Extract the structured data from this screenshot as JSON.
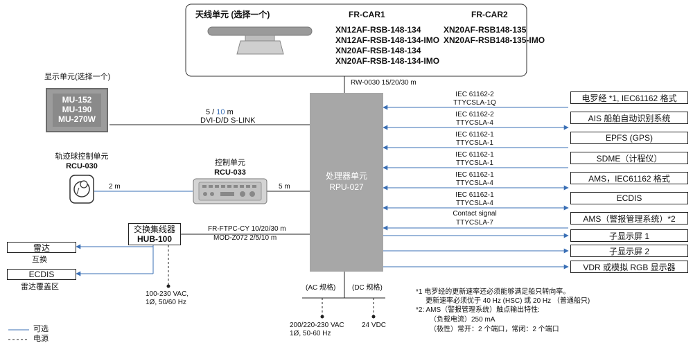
{
  "antenna": {
    "title": "天线单元 (选择一个)",
    "car1_head": "FR-CAR1",
    "car1_models": [
      "XN12AF-RSB-148-134",
      "XN12AF-RSB-148-134-IMO",
      "XN20AF-RSB-148-134",
      "XN20AF-RSB-148-134-IMO"
    ],
    "car2_head": "FR-CAR2",
    "car2_models": [
      "XN20AF-RSB148-135",
      "XN20AF-RSB148-135-IMO"
    ],
    "cable": "RW-0030 15/20/30 m"
  },
  "display": {
    "title": "显示单元(选择一个)",
    "models": [
      "MU-152",
      "MU-190",
      "MU-270W"
    ],
    "cable_len_a": "5 /",
    "cable_len_b": "10",
    "cable_len_c": "m",
    "cable_type": "DVI-D/D S-LINK"
  },
  "trackball": {
    "title": "轨迹球控制单元",
    "model": "RCU-030",
    "cable": "2 m"
  },
  "control": {
    "title": "控制单元",
    "model": "RCU-033",
    "cable": "5 m"
  },
  "processor": {
    "title": "处理器单元",
    "model": "RPU-027"
  },
  "hub": {
    "title": "交换集线器",
    "model": "HUB-100",
    "cable1": "FR-FTPC-CY 10/20/30 m",
    "cable2": "MOD-Z072 2/5/10 m",
    "power1": "100-230 VAC,",
    "power2": "1Ø, 50/60 Hz"
  },
  "left_outputs": [
    {
      "label": "雷达",
      "caption": "互换"
    },
    {
      "label": "ECDIS",
      "caption": "雷达覆盖区"
    }
  ],
  "right_ports": [
    {
      "cable1": "IEC 61162-2",
      "cable2": "TTYCSLA-1Q",
      "label": "电罗经 *1, IEC61162 格式"
    },
    {
      "cable1": "IEC 61162-2",
      "cable2": "TTYCSLA-4",
      "label": "AIS 船舶自动识别系统"
    },
    {
      "cable1": "IEC 61162-1",
      "cable2": "TTYCSLA-1",
      "label": "EPFS (GPS)"
    },
    {
      "cable1": "IEC 61162-1",
      "cable2": "TTYCSLA-1",
      "label": "SDME（计程仪）"
    },
    {
      "cable1": "IEC 61162-1",
      "cable2": "TTYCSLA-4",
      "label": "AMS，IEC61162 格式"
    },
    {
      "cable1": "IEC 61162-1",
      "cable2": "TTYCSLA-4",
      "label": "ECDIS"
    },
    {
      "cable1": "Contact signal",
      "cable2": "TTYCSLA-7",
      "label": "AMS（警报管理系统）*2"
    },
    {
      "cable1": "",
      "cable2": "",
      "label": "子显示屏 1"
    },
    {
      "cable1": "",
      "cable2": "",
      "label": "子显示屏 2"
    },
    {
      "cable1": "",
      "cable2": "",
      "label": "VDR 或模拟 RGB 显示器"
    }
  ],
  "power": {
    "ac_label": "(AC 规格)",
    "dc_label": "(DC 规格)",
    "ac_spec1": "200/220-230 VAC",
    "ac_spec2": "1Ø, 50-60 Hz",
    "dc_spec": "24 VDC"
  },
  "notes": [
    "*1  电罗经的更新速率还必须能够满足船只转向率。",
    "更新速率必须优于 40 Hz (HSC) 或 20 Hz （普通船只)",
    "*2: AMS（警报管理系统）触点输出特性:",
    "（负载电流）250 mA",
    "（极性）常开：2 个端口，常闭：2 个端口"
  ],
  "legend": {
    "optional": "可选",
    "power": "电源"
  },
  "colors": {
    "processor": "#a7a7a7",
    "optional_line": "#3a6fb5",
    "cable_line": "#222222",
    "device_gray": "#9c9c9c"
  }
}
